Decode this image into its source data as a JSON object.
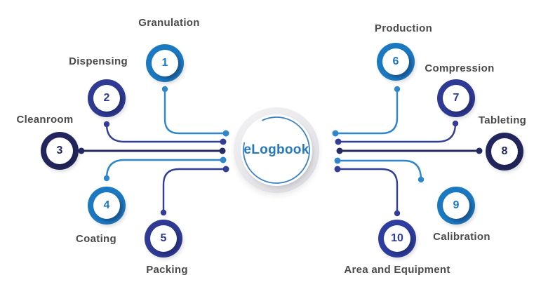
{
  "diagram": {
    "type": "hub-and-spoke",
    "hub": {
      "title": "eLogbook"
    },
    "nodes": [
      {
        "number": "1",
        "label": "Granulation",
        "color": "#1b79c1",
        "side": "left"
      },
      {
        "number": "2",
        "label": "Dispensing",
        "color": "#2e3a94",
        "side": "left"
      },
      {
        "number": "3",
        "label": "Cleanroom",
        "color": "#23265c",
        "side": "left"
      },
      {
        "number": "4",
        "label": "Coating",
        "color": "#1b79c1",
        "side": "left"
      },
      {
        "number": "5",
        "label": "Packing",
        "color": "#2e3a94",
        "side": "left"
      },
      {
        "number": "6",
        "label": "Production",
        "color": "#1b79c1",
        "side": "right"
      },
      {
        "number": "7",
        "label": "Compression",
        "color": "#2e3a94",
        "side": "right"
      },
      {
        "number": "8",
        "label": "Tableting",
        "color": "#23265c",
        "side": "right"
      },
      {
        "number": "9",
        "label": "Calibration",
        "color": "#1b79c1",
        "side": "right"
      },
      {
        "number": "10",
        "label": "Area and Equipment",
        "color": "#2e3da0",
        "side": "right"
      }
    ],
    "colors": {
      "node_light_blue": "#1b79c1",
      "node_indigo": "#2e3a94",
      "node_navy": "#23265c",
      "node_royal_blue": "#2e3da0",
      "line_light_blue": "#2e86cb",
      "line_indigo": "#333d96",
      "line_navy": "#252a63",
      "label_text": "#4a4a4a",
      "hub_text": "#2478be"
    }
  }
}
